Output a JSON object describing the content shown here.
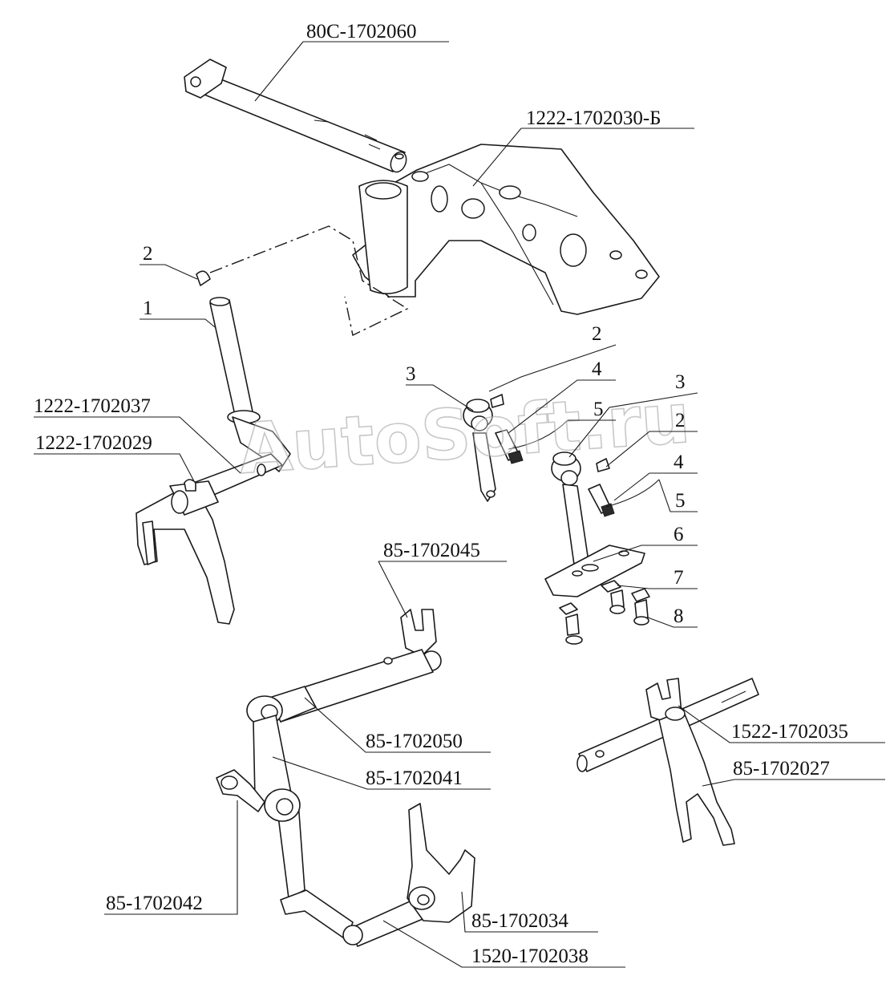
{
  "watermark": "AutoSoft.ru",
  "callouts": {
    "shaft_top": "80С-1702060",
    "housing": "1222-1702030-Б",
    "pos_2_left": "2",
    "pos_1": "1",
    "rod_37": "1222-1702037",
    "fork_29": "1222-1702029",
    "pos_3_a": "3",
    "pos_2_a": "2",
    "pos_4_a": "4",
    "pos_5_a": "5",
    "pos_3_b": "3",
    "pos_2_b": "2",
    "pos_4_b": "4",
    "pos_5_b": "5",
    "pos_6": "6",
    "pos_7": "7",
    "pos_8": "8",
    "lever_45": "85-1702045",
    "shaft_50": "85-1702050",
    "lever_41": "85-1702041",
    "pin_42": "85-1702042",
    "fork_34": "85-1702034",
    "rod_38": "1520-1702038",
    "rod_35": "1522-1702035",
    "fork_27": "85-1702027"
  }
}
